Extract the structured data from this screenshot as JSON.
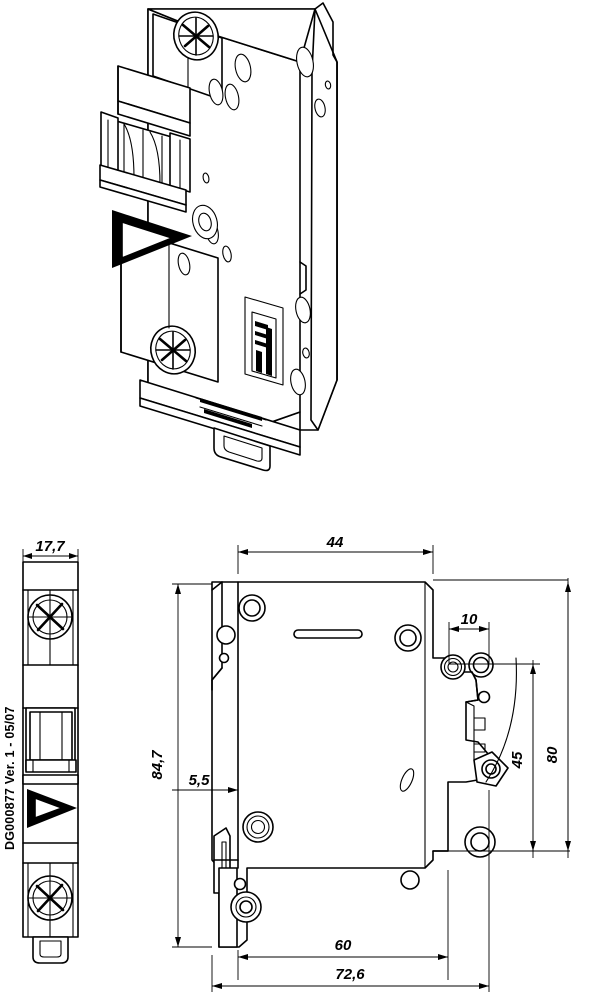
{
  "drawing": {
    "title": "Circuit breaker dimensional drawing",
    "background_color": "#ffffff",
    "line_color": "#000000",
    "document_code": "DG000877 Ver. 1 - 05/07",
    "units": "mm",
    "decimal_separator": "comma"
  },
  "views": [
    {
      "id": "isometric",
      "name": "isometric-view",
      "label": ""
    },
    {
      "id": "front",
      "name": "front-view",
      "label": ""
    },
    {
      "id": "side",
      "name": "side-view",
      "label": ""
    }
  ],
  "dimensions": {
    "front_width": "17,7",
    "side_top_width": "44",
    "side_height": "84,7",
    "side_offset_left": "5,5",
    "terminal_depth": "10",
    "lever_height": "45",
    "body_height": "80",
    "base_width": "60",
    "total_width": "72,6"
  },
  "dimension_list": [
    {
      "value": "17,7",
      "orientation": "horizontal",
      "view": "front-view"
    },
    {
      "value": "44",
      "orientation": "horizontal",
      "view": "side-view"
    },
    {
      "value": "10",
      "orientation": "horizontal",
      "view": "side-view"
    },
    {
      "value": "84,7",
      "orientation": "vertical",
      "view": "side-view"
    },
    {
      "value": "5,5",
      "orientation": "horizontal",
      "view": "side-view"
    },
    {
      "value": "45",
      "orientation": "vertical",
      "view": "side-view"
    },
    {
      "value": "80",
      "orientation": "vertical",
      "view": "side-view"
    },
    {
      "value": "60",
      "orientation": "horizontal",
      "view": "side-view"
    },
    {
      "value": "72,6",
      "orientation": "horizontal",
      "view": "side-view"
    }
  ]
}
